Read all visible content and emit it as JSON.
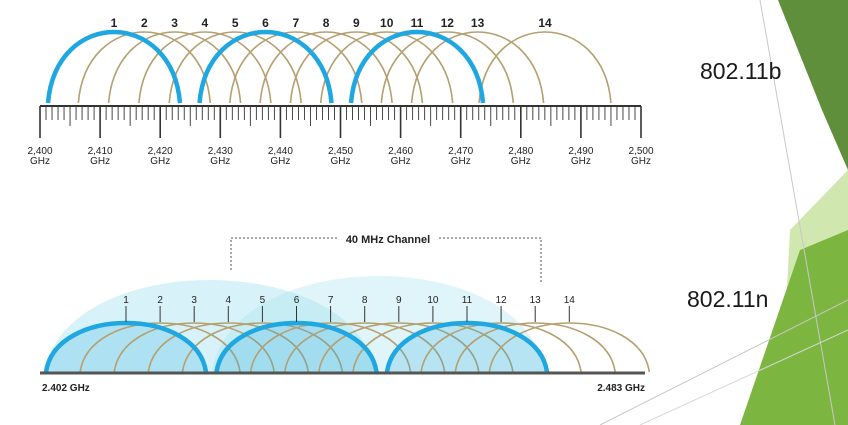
{
  "standards": {
    "b": "802.11b",
    "n": "802.11n"
  },
  "b_diagram": {
    "channels": [
      "1",
      "2",
      "3",
      "4",
      "5",
      "6",
      "7",
      "8",
      "9",
      "10",
      "11",
      "12",
      "13",
      "14"
    ],
    "highlighted_channels": [
      "1",
      "6",
      "11"
    ],
    "freq_ticks": [
      {
        "value": "2,400",
        "unit": "GHz"
      },
      {
        "value": "2,410",
        "unit": "GHz"
      },
      {
        "value": "2,420",
        "unit": "GHz"
      },
      {
        "value": "2,430",
        "unit": "GHz"
      },
      {
        "value": "2,440",
        "unit": "GHz"
      },
      {
        "value": "2,450",
        "unit": "GHz"
      },
      {
        "value": "2,460",
        "unit": "GHz"
      },
      {
        "value": "2,470",
        "unit": "GHz"
      },
      {
        "value": "2,480",
        "unit": "GHz"
      },
      {
        "value": "2,490",
        "unit": "GHz"
      },
      {
        "value": "2,500",
        "unit": "GHz"
      }
    ]
  },
  "n_diagram": {
    "channels": [
      "1",
      "2",
      "3",
      "4",
      "5",
      "6",
      "7",
      "8",
      "9",
      "10",
      "11",
      "12",
      "13",
      "14"
    ],
    "highlighted_channels": [
      "1",
      "6",
      "11"
    ],
    "bracket_label": "40 MHz Channel",
    "freq_start": "2.402 GHz",
    "freq_end": "2.483 GHz"
  },
  "colors": {
    "accent_blue": "#1ea7e1",
    "arc_tan": "#b5a071",
    "fill_cyan": "#a6e3ef",
    "green_dark": "#5f8f3a",
    "green_mid": "#7db541",
    "green_light": "#b9d98a"
  }
}
